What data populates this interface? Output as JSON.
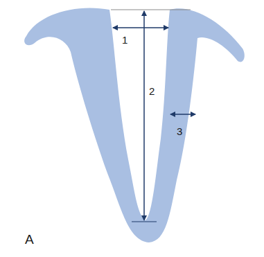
{
  "diagram": {
    "labels": [
      "1",
      "2",
      "3",
      "A"
    ]
  }
}
